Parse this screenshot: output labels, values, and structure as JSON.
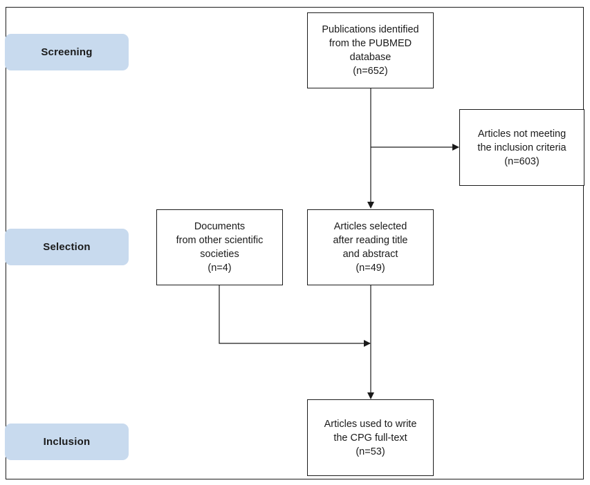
{
  "stages": {
    "screening": "Screening",
    "selection": "Selection",
    "inclusion": "Inclusion"
  },
  "boxes": {
    "identified": {
      "lines": [
        "Publications identified",
        "from the PUBMED",
        "database",
        "(n=652)"
      ]
    },
    "excluded": {
      "lines": [
        "Articles not meeting",
        "the inclusion criteria",
        "(n=603)"
      ]
    },
    "other_documents": {
      "lines": [
        "Documents",
        "from other scientific",
        "societies",
        "(n=4)"
      ]
    },
    "selected": {
      "lines": [
        "Articles selected",
        "after reading title",
        "and abstract",
        "(n=49)"
      ]
    },
    "included": {
      "lines": [
        "Articles used to write",
        "the CPG full-text",
        "(n=53)"
      ]
    }
  },
  "colors": {
    "stage_fill": "#c8daee",
    "line": "#1a1a1a"
  }
}
